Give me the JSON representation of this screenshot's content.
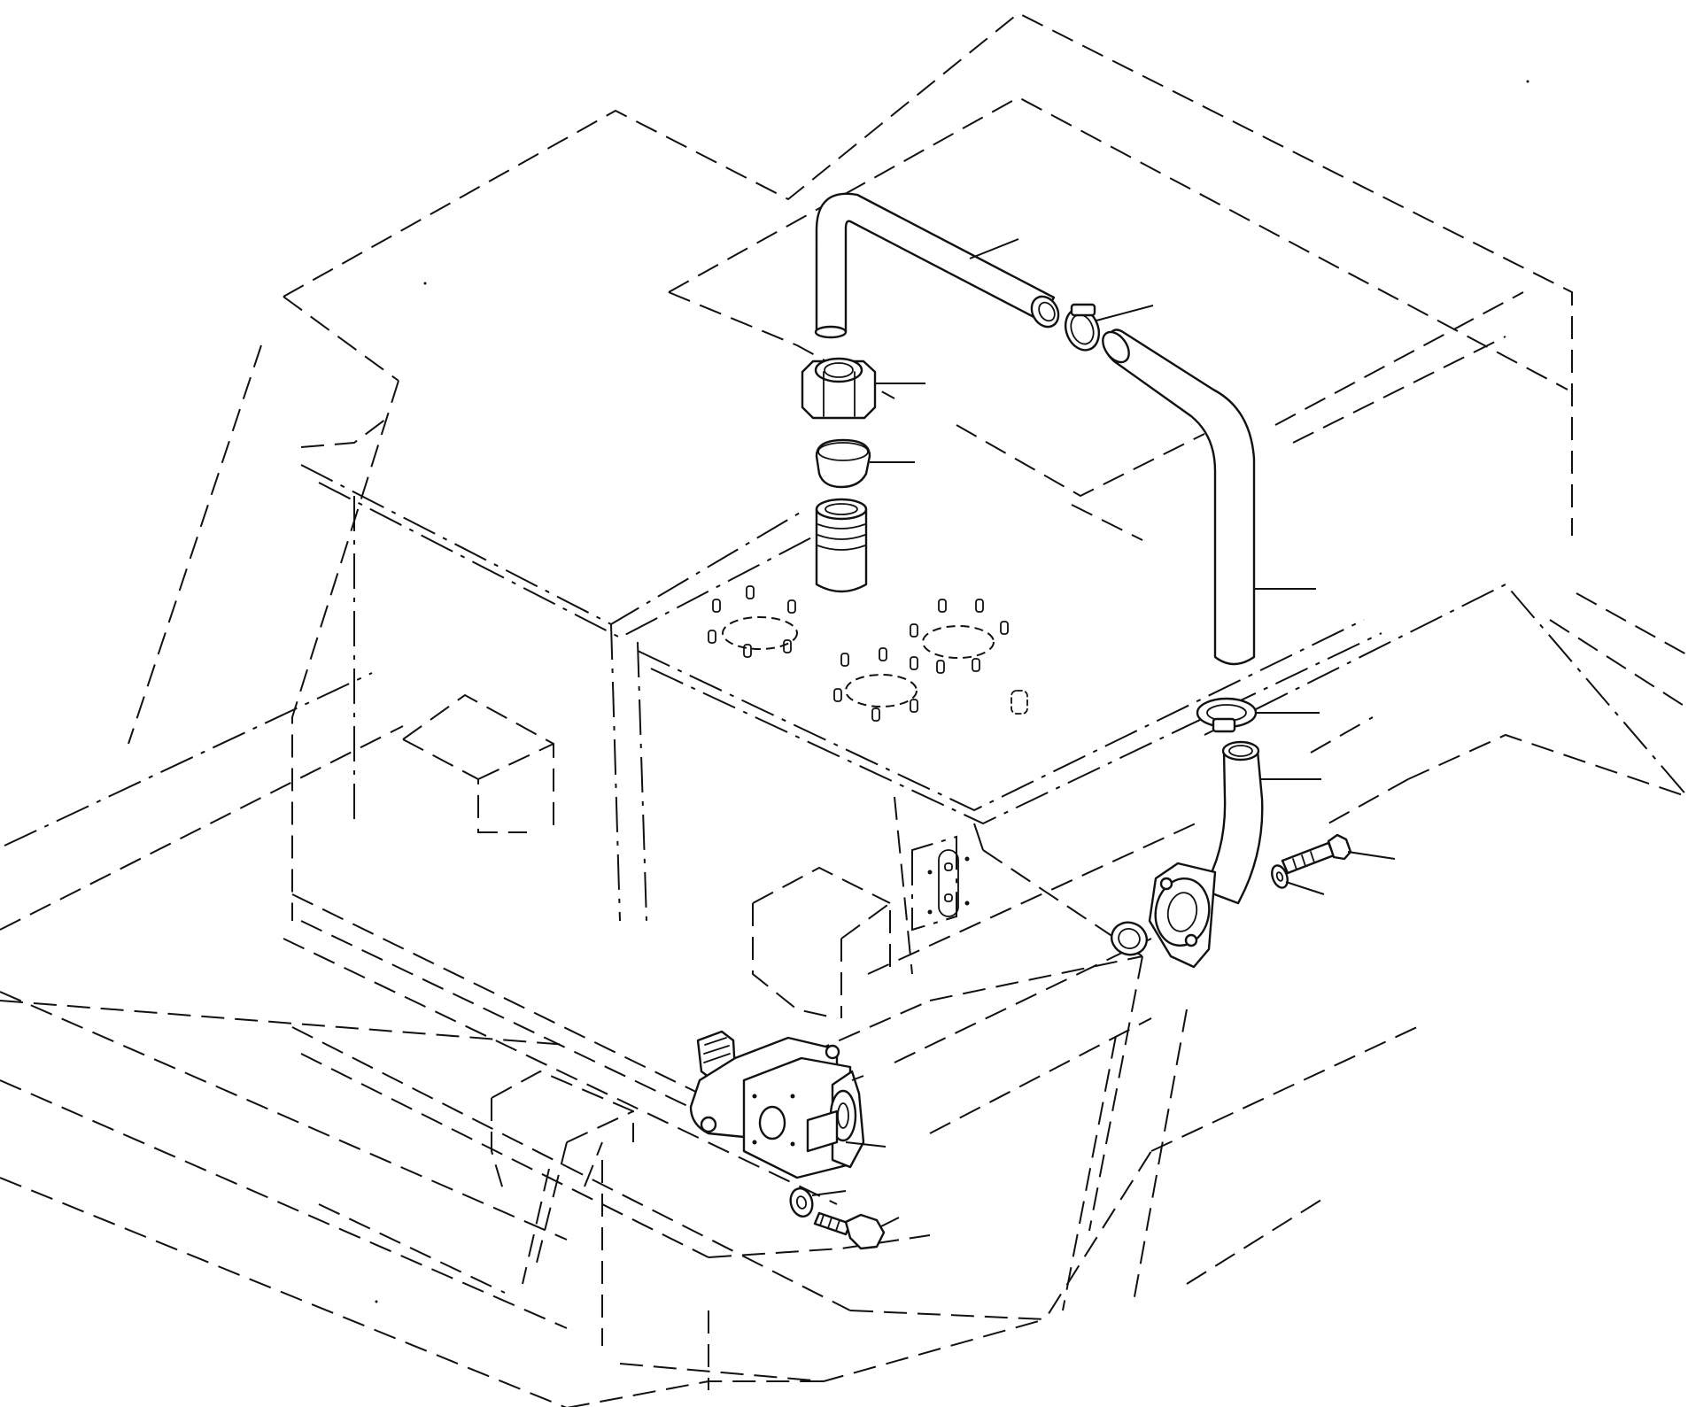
{
  "diagram": {
    "type": "exploded-parts-view",
    "style": "monochrome line drawing",
    "line_color": "#111111",
    "background": "#ffffff",
    "components": [
      {
        "id": "upper-pipe",
        "leader_count": 1
      },
      {
        "id": "hose-clamp-upper",
        "leader_count": 1
      },
      {
        "id": "nut-fitting",
        "leader_count": 1
      },
      {
        "id": "sleeve",
        "leader_count": 1
      },
      {
        "id": "threaded-connector",
        "leader_count": 0
      },
      {
        "id": "vertical-hose",
        "leader_count": 1
      },
      {
        "id": "hose-clamp-lower",
        "leader_count": 1
      },
      {
        "id": "elbow-flange-tube",
        "leader_count": 1
      },
      {
        "id": "flange-bolt",
        "leader_count": 1
      },
      {
        "id": "flange-washer",
        "leader_count": 1
      },
      {
        "id": "o-ring",
        "leader_count": 0
      },
      {
        "id": "gear-pump",
        "leader_count": 2
      },
      {
        "id": "pump-washer",
        "leader_count": 1
      },
      {
        "id": "pump-bolt",
        "leader_count": 1
      }
    ],
    "labels_printed": []
  }
}
